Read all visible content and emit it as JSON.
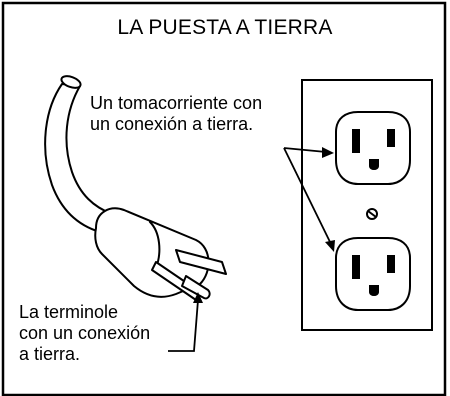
{
  "title": "LA PUESTA A TIERRA",
  "labels": {
    "outlet": [
      "Un tomacorriente con",
      "un conexión a tierra."
    ],
    "plug": [
      "La terminole",
      "con un conexión",
      "a tierra."
    ]
  },
  "colors": {
    "ink": "#000000",
    "background": "#ffffff"
  }
}
